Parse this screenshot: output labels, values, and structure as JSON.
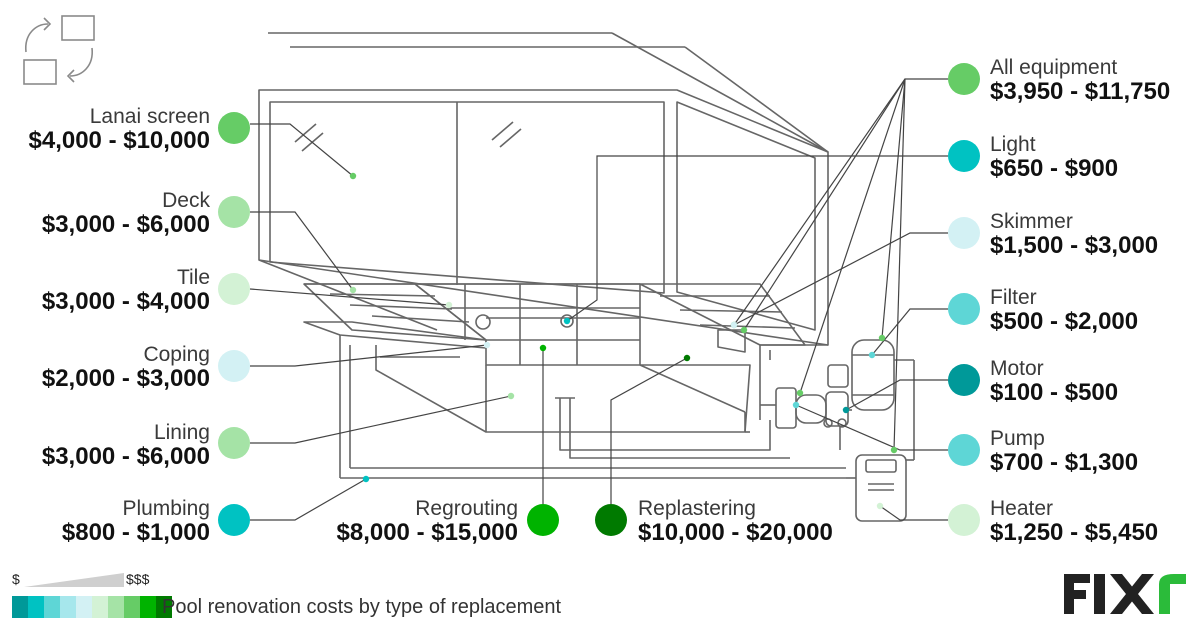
{
  "colors": {
    "line": "#555555",
    "leader": "#444444",
    "shades": [
      "#009999",
      "#00c2c2",
      "#5ed6d6",
      "#a6e7ec",
      "#d3f1f4",
      "#d3f2d5",
      "#a5e3a6",
      "#66cc66",
      "#00b300",
      "#007a00"
    ]
  },
  "items": [
    {
      "id": "lanai",
      "name": "Lanai screen",
      "price": "$4,000 - $10,000",
      "color": "#66cc66"
    },
    {
      "id": "deck",
      "name": "Deck",
      "price": "$3,000 - $6,000",
      "color": "#a5e3a6"
    },
    {
      "id": "tile",
      "name": "Tile",
      "price": "$3,000 - $4,000",
      "color": "#d3f2d5"
    },
    {
      "id": "coping",
      "name": "Coping",
      "price": "$2,000 - $3,000",
      "color": "#d3f1f4"
    },
    {
      "id": "lining",
      "name": "Lining",
      "price": "$3,000 - $6,000",
      "color": "#a5e3a6"
    },
    {
      "id": "plumbing",
      "name": "Plumbing",
      "price": "$800 - $1,000",
      "color": "#00c2c2"
    },
    {
      "id": "regrouting",
      "name": "Regrouting",
      "price": "$8,000 - $15,000",
      "color": "#00b300"
    },
    {
      "id": "replastering",
      "name": "Replastering",
      "price": "$10,000 - $20,000",
      "color": "#007a00"
    },
    {
      "id": "allequip",
      "name": "All equipment",
      "price": "$3,950 - $11,750",
      "color": "#66cc66"
    },
    {
      "id": "light",
      "name": "Light",
      "price": "$650 - $900",
      "color": "#00c2c2"
    },
    {
      "id": "skimmer",
      "name": "Skimmer",
      "price": "$1,500 - $3,000",
      "color": "#d3f1f4"
    },
    {
      "id": "filter",
      "name": "Filter",
      "price": "$500 - $2,000",
      "color": "#5ed6d6"
    },
    {
      "id": "motor",
      "name": "Motor",
      "price": "$100 - $500",
      "color": "#009999"
    },
    {
      "id": "pump",
      "name": "Pump",
      "price": "$700 - $1,300",
      "color": "#5ed6d6"
    },
    {
      "id": "heater",
      "name": "Heater",
      "price": "$1,250 - $5,450",
      "color": "#d3f2d5"
    }
  ],
  "legend": {
    "low": "$",
    "high": "$$$",
    "caption": "Pool renovation costs by type of replacement"
  },
  "logo": {
    "text": "FIXR",
    "color_main": "#222222",
    "color_accent": "#2bbb3a"
  }
}
